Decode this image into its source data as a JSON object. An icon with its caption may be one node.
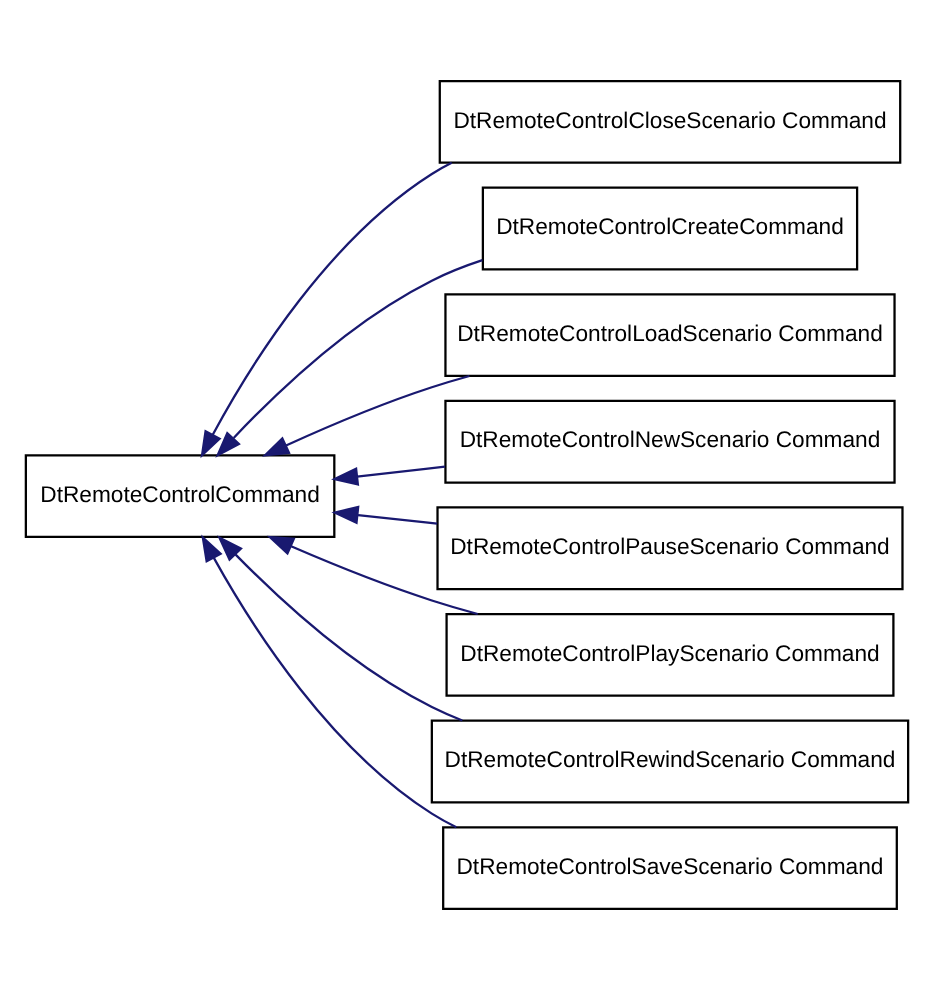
{
  "diagram": {
    "nodes": [
      {
        "text": [
          "DtRemoteControlCommand"
        ]
      },
      {
        "text": [
          "DtRemoteControlCloseScenario Command"
        ]
      },
      {
        "text": [
          "DtRemoteControlCreateCommand"
        ]
      },
      {
        "text": [
          "DtRemoteControlLoadScenario Command"
        ]
      },
      {
        "text": [
          "DtRemoteControlNewScenario Command"
        ]
      },
      {
        "text": [
          "DtRemoteControlPauseScenario Command"
        ]
      },
      {
        "text": [
          "DtRemoteControlPlayScenario Command"
        ]
      },
      {
        "text": [
          "DtRemoteControlRewindScenario Command"
        ]
      },
      {
        "text": [
          "DtRemoteControlSaveScenario Command"
        ]
      }
    ],
    "edges": [
      {
        "from": 1,
        "to": 0,
        "arrow": "to",
        "color": "#191970"
      },
      {
        "from": 2,
        "to": 0,
        "arrow": "to",
        "color": "#191970"
      },
      {
        "from": 3,
        "to": 0,
        "arrow": "to",
        "color": "#191970"
      },
      {
        "from": 4,
        "to": 0,
        "arrow": "to",
        "color": "#191970"
      },
      {
        "from": 5,
        "to": 0,
        "arrow": "to",
        "color": "#191970"
      },
      {
        "from": 6,
        "to": 0,
        "arrow": "to",
        "color": "#191970"
      },
      {
        "from": 7,
        "to": 0,
        "arrow": "to",
        "color": "#191970"
      },
      {
        "from": 8,
        "to": 0,
        "arrow": "to",
        "color": "#191970"
      }
    ]
  }
}
